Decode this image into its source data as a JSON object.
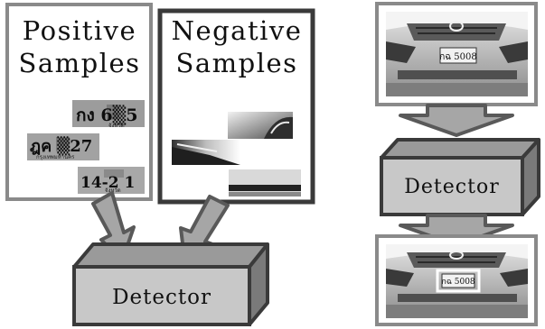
{
  "panels": {
    "positive_title": [
      "Positive",
      "Samples"
    ],
    "negative_title": [
      "Negative",
      "Samples"
    ]
  },
  "plates": [
    {
      "text": "กง 6▒5",
      "sub": "จังหวัด"
    },
    {
      "text": "ฎค ▒27",
      "sub": "กรุงเทพมหานคร"
    },
    {
      "text": "14-2 1",
      "sub": "จังหวัด"
    }
  ],
  "detectors": {
    "left_label": "Detector",
    "right_label": "Detector"
  },
  "car_image": {
    "plate_text": "กฉ 5008"
  },
  "colors": {
    "panel_border": "#595959",
    "box_top": "#9a9a9a",
    "box_front": "#c8c8c8",
    "box_side": "#7a7a7a",
    "arrow_fill": "#a6a6a6",
    "arrow_stroke": "#595959"
  }
}
